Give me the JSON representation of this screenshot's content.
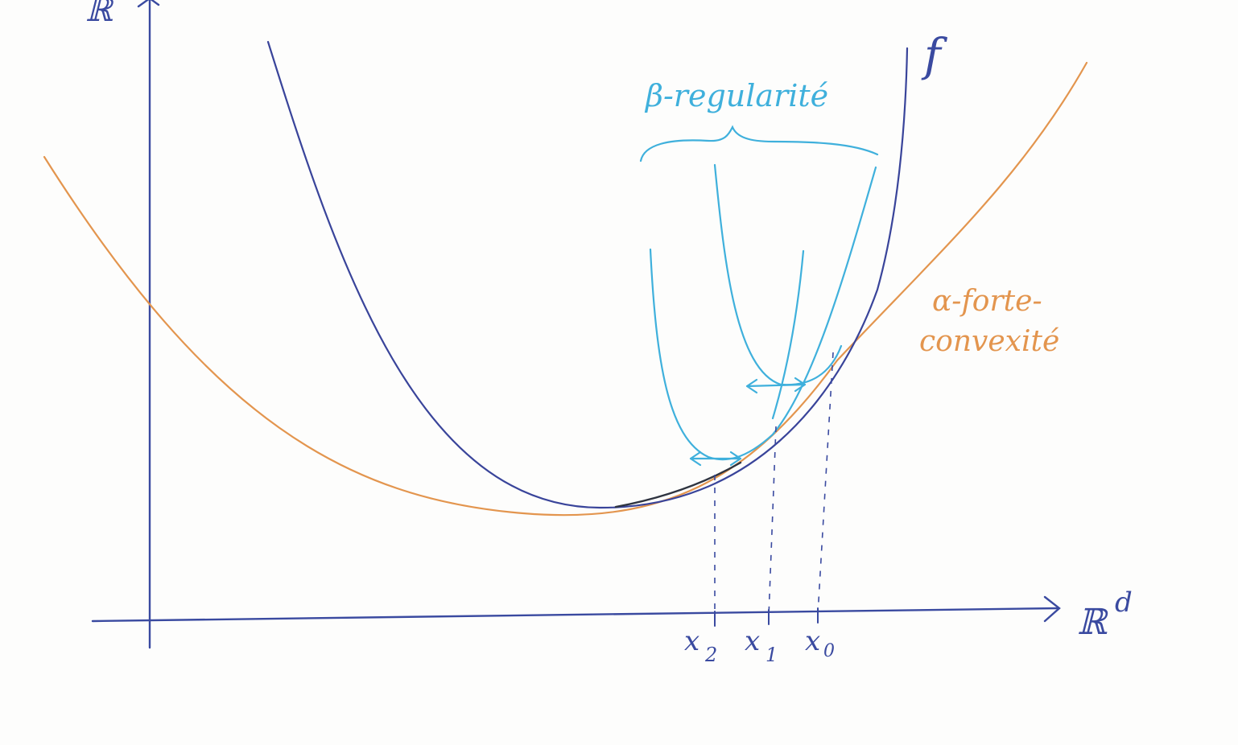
{
  "axes": {
    "y_label": "ℝ",
    "x_label": "ℝ",
    "x_label_exp": "d"
  },
  "curves": {
    "f_label": "f",
    "beta_label": "β-regularité",
    "alpha_label_line1": "α-forte-",
    "alpha_label_line2": "convexité"
  },
  "ticks": {
    "x2": "x",
    "x2_sub": "2",
    "x1": "x",
    "x1_sub": "1",
    "x0": "x",
    "x0_sub": "0"
  },
  "colors": {
    "axes": "#3a4aa0",
    "f": "#39449a",
    "beta": "#3fb0dc",
    "alpha": "#e3954e",
    "paper": "#fdfdfc"
  }
}
